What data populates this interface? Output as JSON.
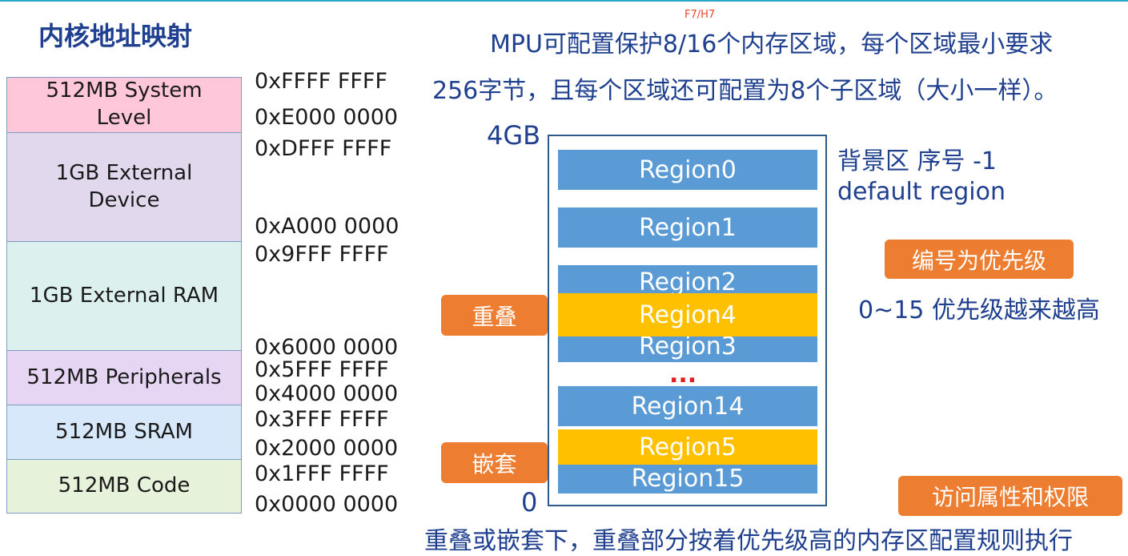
{
  "title": "内核地址映射",
  "tag": "F7/H7",
  "description": {
    "line1": "MPU可配置保护8/16个内存区域，每个区域最小要求",
    "line2": "256字节，且每个区域还可配置为8个子区域（大小一样）。"
  },
  "memory_map": [
    {
      "label": "512MB System Level",
      "line1": "512MB System",
      "line2": "Level",
      "color": "#ffc7d9"
    },
    {
      "label": "1GB External Device",
      "line1": "1GB External",
      "line2": "Device",
      "color": "#e2d8ee"
    },
    {
      "label": "1GB External RAM",
      "line1": "1GB External RAM",
      "line2": "",
      "color": "#dcf0ee"
    },
    {
      "label": "512MB Peripherals",
      "line1": "512MB Peripherals",
      "line2": "",
      "color": "#e6d6f4"
    },
    {
      "label": "512MB SRAM",
      "line1": "512MB SRAM",
      "line2": "",
      "color": "#d8e8fb"
    },
    {
      "label": "512MB Code",
      "line1": "512MB Code",
      "line2": "",
      "color": "#e6f2da"
    }
  ],
  "addresses": [
    "0xFFFF FFFF",
    "0xE000 0000",
    "0xDFFF FFFF",
    "0xA000 0000",
    "0x9FFF FFFF",
    "0x6000 0000",
    "0x5FFF FFFF",
    "0x4000 0000",
    "0x3FFF FFFF",
    "0x2000 0000",
    "0x1FFF FFFF",
    "0x0000 0000"
  ],
  "axis": {
    "top": "4GB",
    "bottom": "0"
  },
  "regions": {
    "r0": "Region0",
    "r1": "Region1",
    "r2": "Region2",
    "r3": "Region3",
    "r4": "Region4",
    "ellipsis": "...",
    "r14": "Region14",
    "r5": "Region5",
    "r15": "Region15"
  },
  "colors": {
    "region_blue": "#5b9bd5",
    "region_gold": "#ffc000",
    "badge_orange": "#ed7d31",
    "text_blue": "#1f3f8f"
  },
  "background_region": {
    "line1": "背景区  序号 -1",
    "line2": "default region"
  },
  "badges": {
    "overlap": "重叠",
    "nest": "嵌套",
    "priority": "编号为优先级",
    "access": "访问属性和权限"
  },
  "priority_note": "0~15 优先级越来越高",
  "footer": "重叠或嵌套下，重叠部分按着优先级高的内存区配置规则执行"
}
